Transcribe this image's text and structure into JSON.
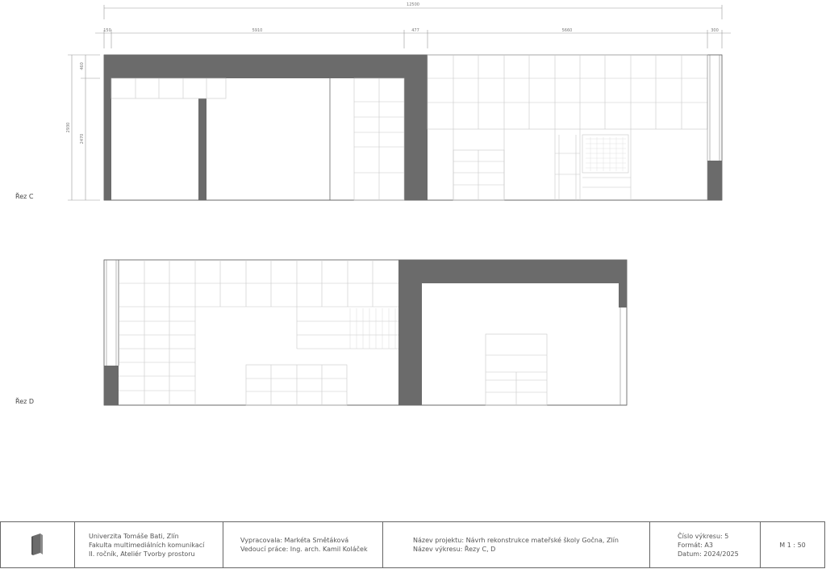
{
  "dimensions": {
    "overall": "12500",
    "segments": [
      "150",
      "5910",
      "477",
      "5660",
      "300"
    ],
    "heights_outer": "2930",
    "height_top": "460",
    "height_inner": "2470"
  },
  "sections": {
    "c_label": "Řez C",
    "d_label": "Řez D"
  },
  "titleblock": {
    "logo_icon": "book-icon",
    "university": "Univerzita Tomáše Bati, Zlín",
    "faculty": "Fakulta multimediálních komunikací",
    "year": "II. ročník, Ateliér Tvorby prostoru",
    "author": "Vypracovala: Markéta Smětáková",
    "supervisor": "Vedoucí práce: Ing. arch. Kamil Koláček",
    "project": "Název projektu: Návrh rekonstrukce mateřské školy Gočna, Zlín",
    "drawing": "Název výkresu: Řezy C, D",
    "sheet_no": "Číslo výkresu: 5",
    "format": "Formát: A3",
    "date": "Datum: 2024/2025",
    "scale": "M 1 : 50"
  },
  "colors": {
    "wall": "#6b6b6b",
    "line": "#555555",
    "furniture": "#c8c8c8"
  }
}
